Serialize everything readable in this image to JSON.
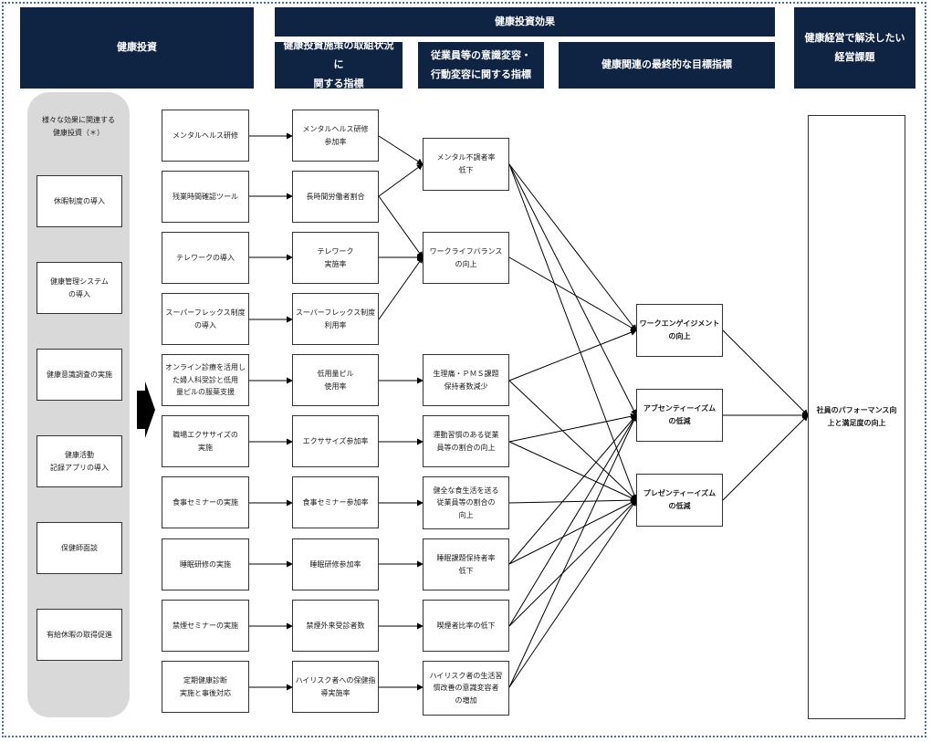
{
  "headers": {
    "investment": "健康投資",
    "effect": "健康投資効果",
    "measures": "健康投資施策の取組状況に\n関する指標",
    "awareness": "従業員等の意識変容・\n行動変容に関する指標",
    "final_goal": "健康関連の最終的な目標指標",
    "issue": "健康経営で解決したい\n経営課題"
  },
  "investments": {
    "caption": "様々な効果に関連する\n健康投資（＊）",
    "items": [
      "休暇制度の導入",
      "健康管理システム\nの導入",
      "健康意識調査の実施",
      "健康活動\n記録アプリの導入",
      "保健師面談",
      "有給休暇の取得促進"
    ]
  },
  "measures": [
    "メンタルヘルス研修",
    "残業時間確認ツール",
    "テレワークの導入",
    "スーパーフレックス制度\nの導入",
    "オンライン診療を活用し\nた婦人科受診と低用\n量ピルの服薬支援",
    "職場エクササイズの\n実施",
    "食事セミナーの実施",
    "睡眠研修の実施",
    "禁煙セミナーの実施",
    "定期健康診断\n実施と事後対応"
  ],
  "indicators": [
    "メンタルヘルス研修\n参加率",
    "長時間労働者割合",
    "テレワーク\n実施率",
    "スーパーフレックス制度\n利用率",
    "低用量ピル\n使用率",
    "エクササイズ参加率",
    "食事セミナー参加率",
    "睡眠研修参加率",
    "禁煙外来受診者数",
    "ハイリスク者への保健指\n導実施率"
  ],
  "behaviors": [
    "メンタル不調者率\n低下",
    "ワークライフバランス\nの向上",
    "生理痛・ＰＭＳ課題\n保持者数減少",
    "運動習慣のある従業\n員等の割合の向上",
    "健全な食生活を送る\n従業員等の割合の\n向上",
    "睡眠課題保持者率\n低下",
    "喫煙者比率の低下",
    "ハイリスク者の生活習\n慣改善の意識変容者\nの増加"
  ],
  "goals": [
    "ワークエンゲイジメント\nの向上",
    "アブセンティーイズム\nの低減",
    "プレゼンティーイズム\nの低減"
  ],
  "issue_box": "社員のパフォーマンス向\n上と満足度の向上"
}
